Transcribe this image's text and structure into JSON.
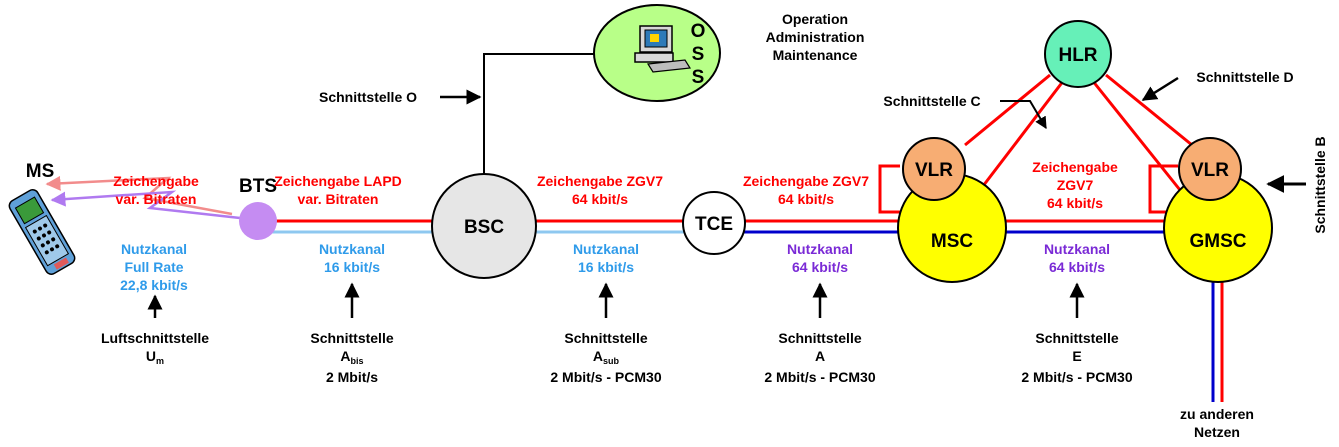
{
  "nodes": {
    "ms": "MS",
    "bts": "BTS",
    "bsc": "BSC",
    "tce": "TCE",
    "msc": "MSC",
    "gmsc": "GMSC",
    "vlr1": "VLR",
    "vlr2": "VLR",
    "hlr": "HLR",
    "oss": [
      "O",
      "S",
      "S"
    ]
  },
  "oam": [
    "Operation",
    "Administration",
    "Maintenance"
  ],
  "signaling": {
    "air": [
      "Zeichengabe",
      "var. Bitraten"
    ],
    "abis": [
      "Zeichengabe LAPD",
      "var. Bitraten"
    ],
    "asub": [
      "Zeichengabe ZGV7",
      "64 kbit/s"
    ],
    "a": [
      "Zeichengabe ZGV7",
      "64 kbit/s"
    ],
    "e": [
      "Zeichengabe",
      "ZGV7",
      "64 kbit/s"
    ]
  },
  "traffic": {
    "air": [
      "Nutzkanal",
      "Full Rate",
      "22,8 kbit/s"
    ],
    "abis": [
      "Nutzkanal",
      "16 kbit/s"
    ],
    "asub": [
      "Nutzkanal",
      "16 kbit/s"
    ],
    "a": [
      "Nutzkanal",
      "64 kbit/s"
    ],
    "e": [
      "Nutzkanal",
      "64 kbit/s"
    ]
  },
  "interfaces": {
    "um": {
      "line1": "Luftschnittstelle",
      "main": "U",
      "sub": "m"
    },
    "abis": {
      "line1": "Schnittstelle",
      "main": "A",
      "sub": "bis",
      "rate": "2 Mbit/s"
    },
    "asub": {
      "line1": "Schnittstelle",
      "main": "A",
      "sub": "sub",
      "rate": "2 Mbit/s - PCM30"
    },
    "a": {
      "line1": "Schnittstelle",
      "main": "A",
      "rate": "2 Mbit/s - PCM30"
    },
    "e": {
      "line1": "Schnittstelle",
      "main": "E",
      "rate": "2 Mbit/s - PCM30"
    },
    "o": "Schnittstelle O",
    "c": "Schnittstelle C",
    "d": "Schnittstelle D",
    "b": "Schnittstelle B"
  },
  "other_networks": [
    "zu anderen",
    "Netzen"
  ],
  "colors": {
    "signaling": "#ff0000",
    "traffic_light": "#8ec8f0",
    "traffic_dark": "#0000cc",
    "bts": "#c58cf2",
    "bsc": "#e6e6e6",
    "msc": "#ffff00",
    "vlr": "#f7ad73",
    "hlr": "#66f0b8",
    "oss": "#b8ff88"
  }
}
